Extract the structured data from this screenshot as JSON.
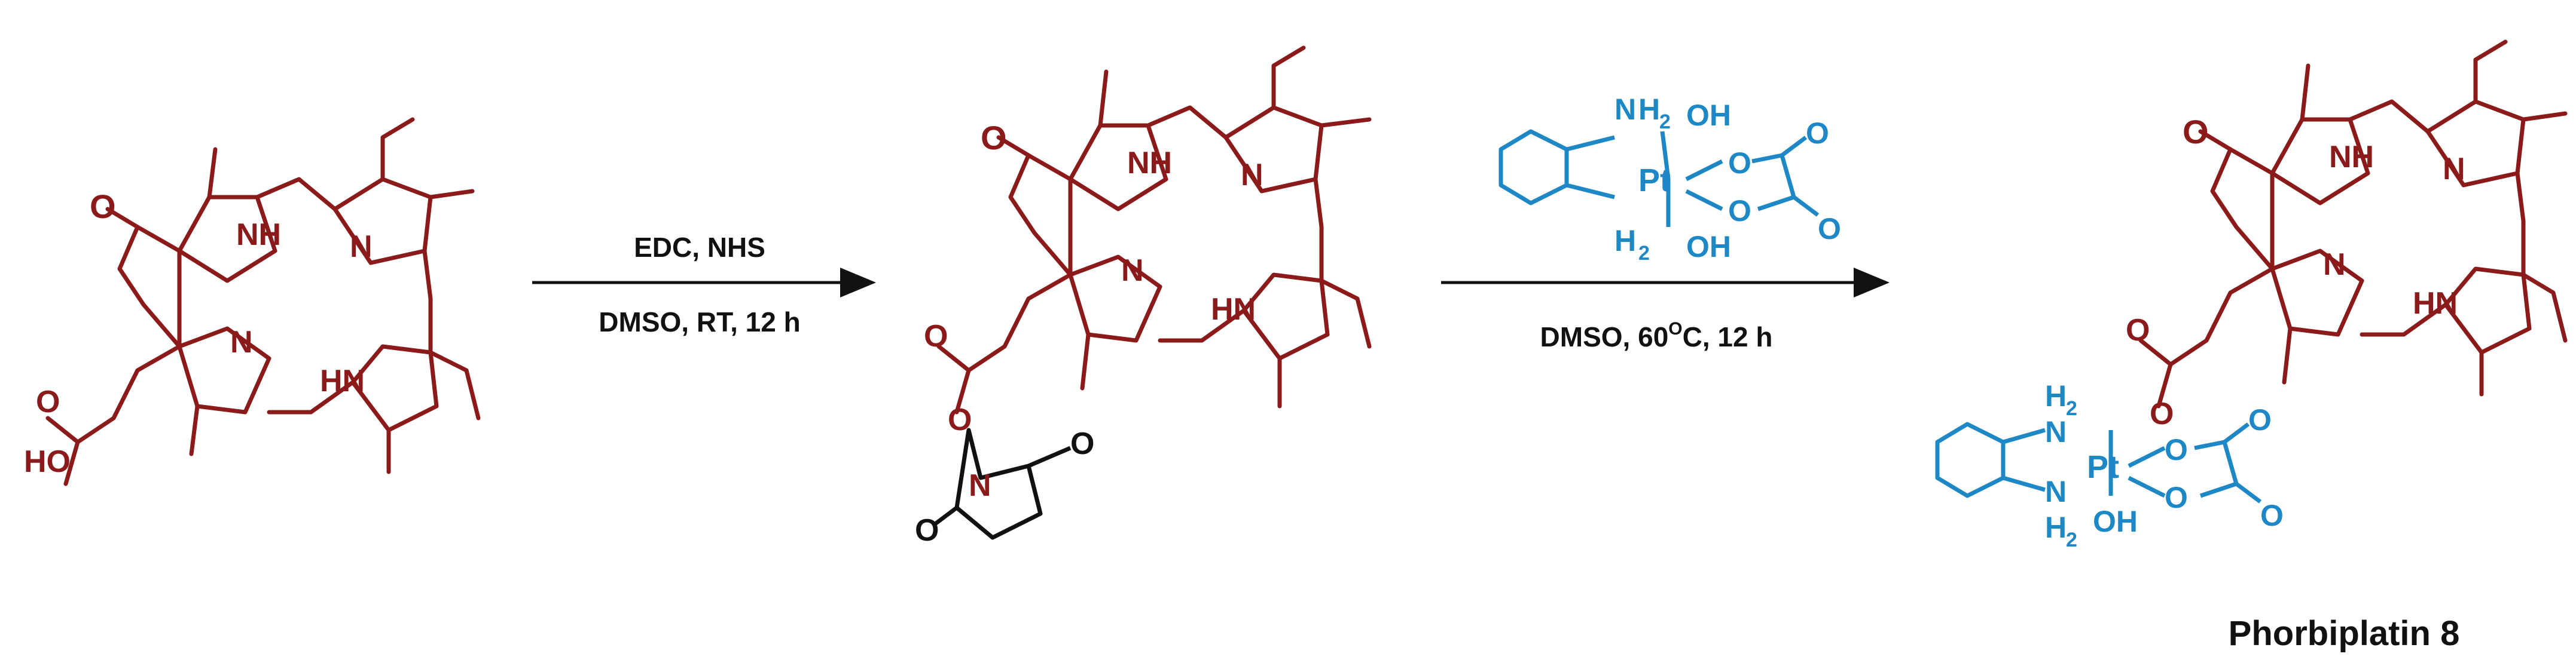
{
  "colors": {
    "porphyrin": "#8b1a1a",
    "platinum": "#1e88c7",
    "reagent": "#111111"
  },
  "step1": {
    "reagents_above": "EDC, NHS",
    "conditions_below": "DMSO, RT, 12 h"
  },
  "step2": {
    "conditions_below": "DMSO, 60",
    "temp_sup": "O",
    "temp_suffix": "C, 12 h"
  },
  "atoms": {
    "oxo": "O",
    "nh": "NH",
    "n": "N",
    "hn": "HN",
    "ho": "HO",
    "o": "O",
    "oh": "OH",
    "pt": "Pt",
    "nh2_n": "N",
    "nh2_h": "H",
    "nh2_sub": "2"
  },
  "product": {
    "name": "Phorbiplatin 8"
  }
}
